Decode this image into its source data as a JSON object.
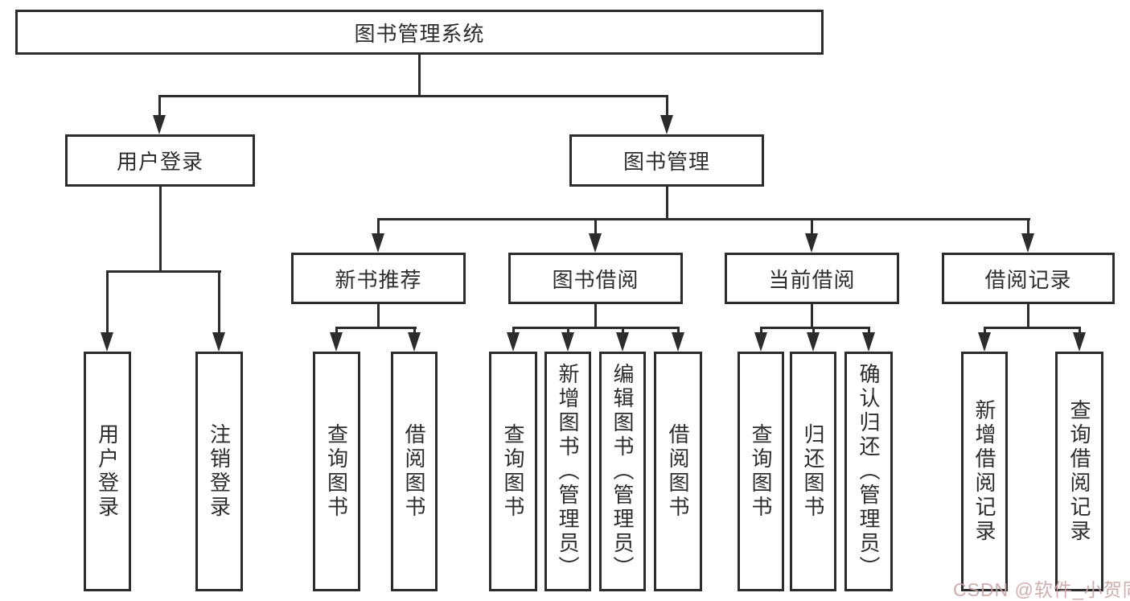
{
  "tree": {
    "label": "图书管理系统",
    "children": [
      {
        "label": "用户登录",
        "children": [
          {
            "label": "用户登录"
          },
          {
            "label": "注销登录"
          }
        ]
      },
      {
        "label": "图书管理",
        "children": [
          {
            "label": "新书推荐",
            "children": [
              {
                "label": "查询图书"
              },
              {
                "label": "借阅图书"
              }
            ]
          },
          {
            "label": "图书借阅",
            "children": [
              {
                "label": "查询图书"
              },
              {
                "label": "新增图书（管理员）"
              },
              {
                "label": "编辑图书（管理员）"
              },
              {
                "label": "借阅图书"
              }
            ]
          },
          {
            "label": "当前借阅",
            "children": [
              {
                "label": "查询图书"
              },
              {
                "label": "归还图书"
              },
              {
                "label": "确认归还（管理员）"
              }
            ]
          },
          {
            "label": "借阅记录",
            "children": [
              {
                "label": "新增借阅记录"
              },
              {
                "label": "查询借阅记录"
              }
            ]
          }
        ]
      }
    ]
  },
  "watermark": {
    "text": "CSDN @软件_小贺同学"
  },
  "colors": {
    "line": "#2c2c2c",
    "box_fill": "#ffffff",
    "watermark": "#c9a2a2"
  }
}
